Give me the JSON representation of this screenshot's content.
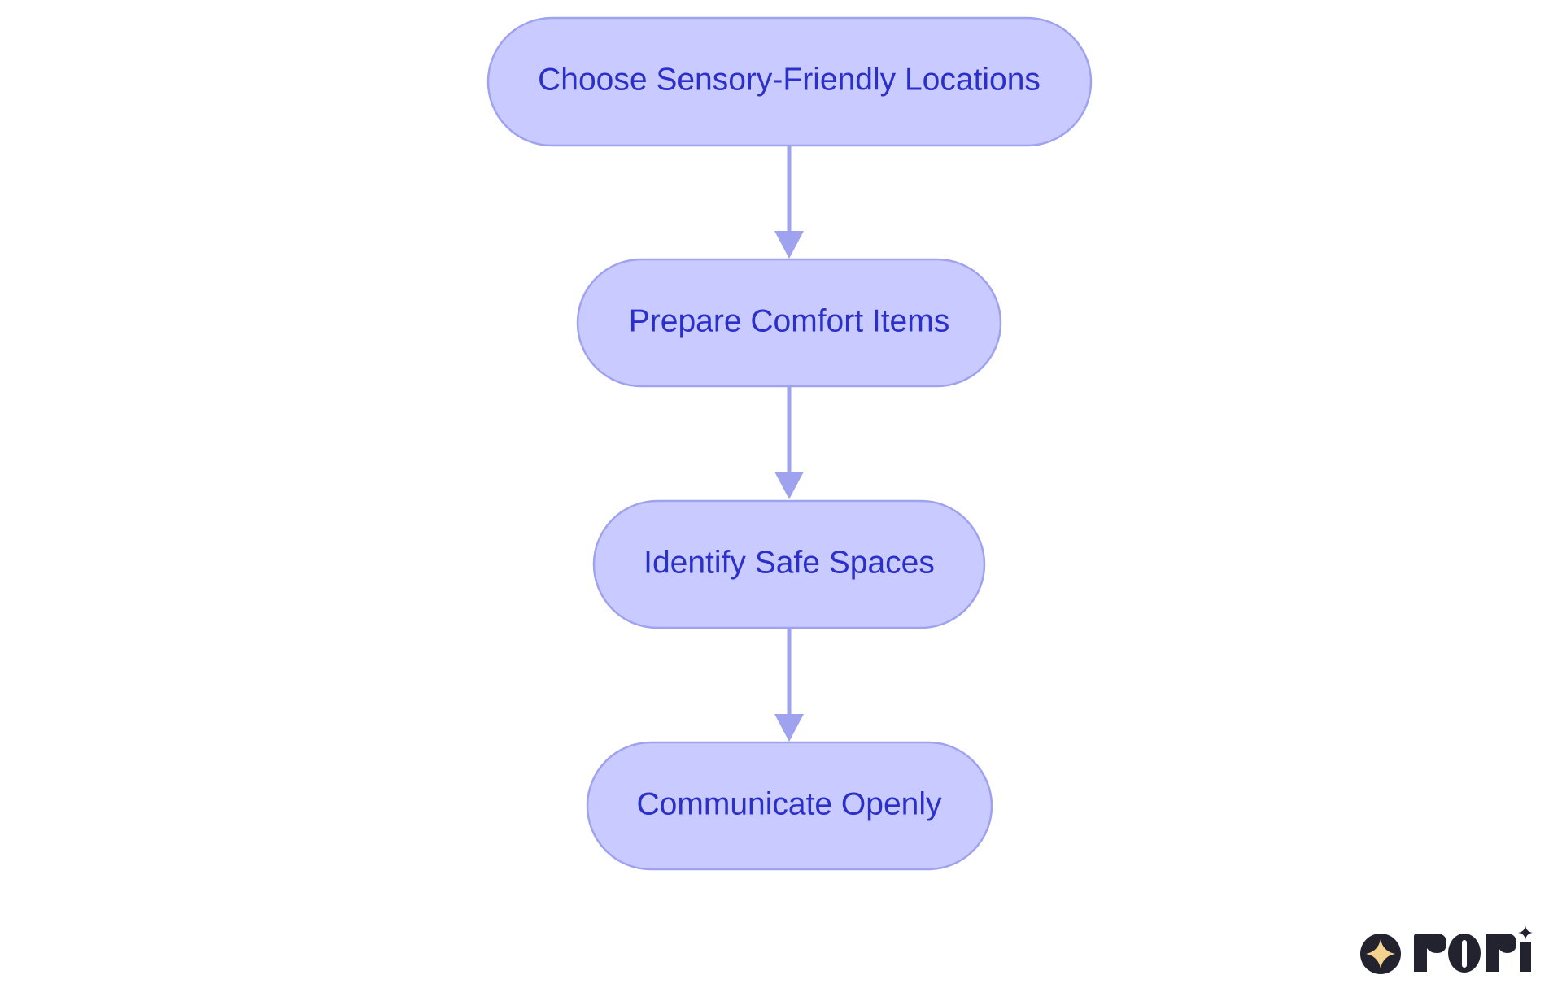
{
  "diagram": {
    "type": "flowchart",
    "direction": "top-to-bottom",
    "colors": {
      "node_fill": "#c9caff",
      "node_border": "#9fa2ee",
      "node_text": "#2b30c8",
      "edge": "#9fa2ee"
    },
    "nodes": [
      {
        "id": "n1",
        "label": "Choose Sensory-Friendly Locations"
      },
      {
        "id": "n2",
        "label": "Prepare Comfort Items"
      },
      {
        "id": "n3",
        "label": "Identify Safe Spaces"
      },
      {
        "id": "n4",
        "label": "Communicate Openly"
      }
    ],
    "edges": [
      {
        "from": "n1",
        "to": "n2"
      },
      {
        "from": "n2",
        "to": "n3"
      },
      {
        "from": "n3",
        "to": "n4"
      }
    ]
  },
  "logo": {
    "text": "rori",
    "icon": "sparkle-icon",
    "colors": {
      "dark": "#23232f",
      "star": "#f3d28e"
    }
  }
}
